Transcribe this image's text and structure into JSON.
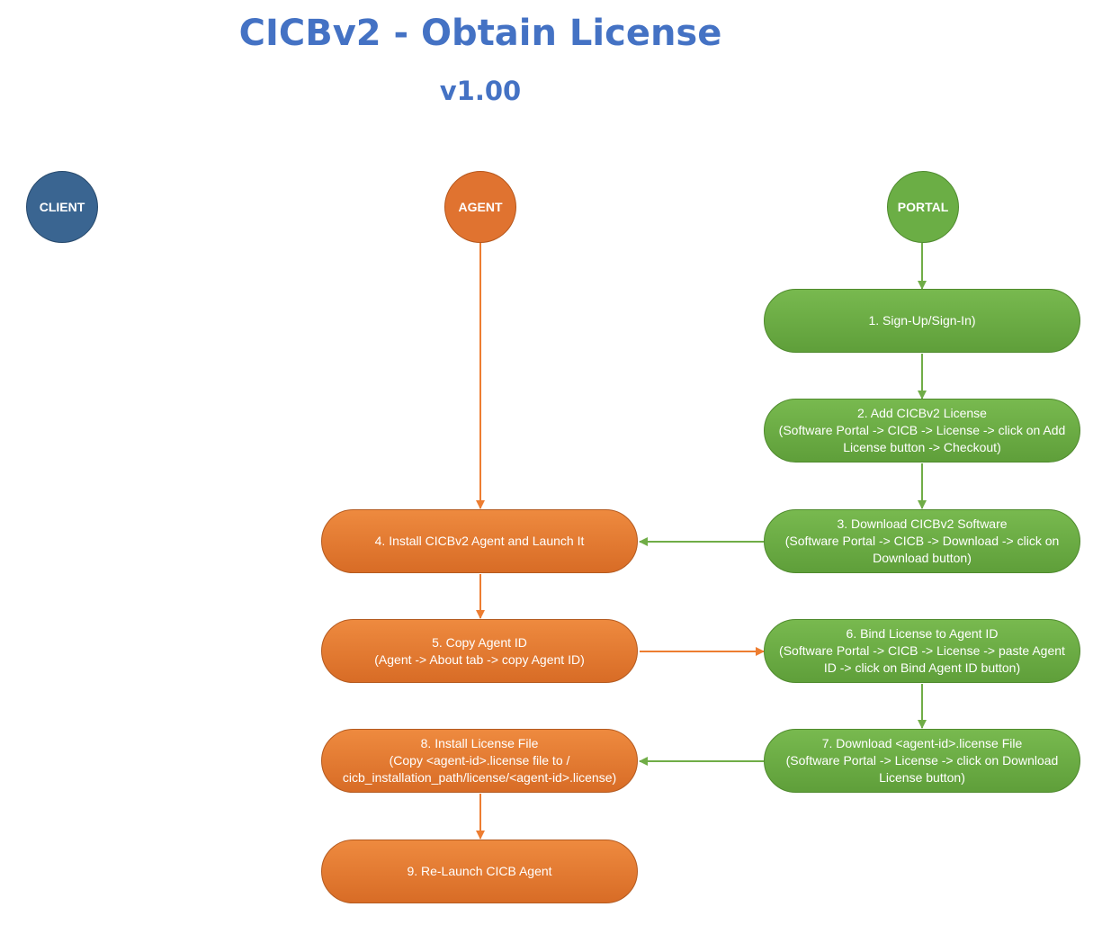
{
  "title": "CICBv2 - Obtain License",
  "version": "v1.00",
  "lanes": {
    "client": "CLIENT",
    "agent": "AGENT",
    "portal": "PORTAL"
  },
  "colors": {
    "title": "#4472C4",
    "client": "#3A6591",
    "agent": "#E07330",
    "portal": "#6BAE45",
    "agent_arrow": "#ED7D31",
    "portal_arrow": "#70AD47"
  },
  "steps": {
    "s1": {
      "line1": "1. Sign-Up/Sign-In)"
    },
    "s2": {
      "line1": "2. Add CICBv2 License",
      "line2": "(Software Portal -> CICB -> License -> click on Add",
      "line3": "License button -> Checkout)"
    },
    "s3": {
      "line1": "3. Download CICBv2 Software",
      "line2": "(Software Portal -> CICB -> Download -> click on",
      "line3": "Download button)"
    },
    "s4": {
      "line1": "4. Install CICBv2 Agent and Launch It"
    },
    "s5": {
      "line1": "5. Copy Agent ID",
      "line2": "(Agent -> About tab -> copy Agent ID)"
    },
    "s6": {
      "line1": "6. Bind License to Agent ID",
      "line2": "(Software Portal -> CICB -> License -> paste Agent",
      "line3": "ID -> click on Bind Agent ID button)"
    },
    "s7": {
      "line1": "7. Download <agent-id>.license File",
      "line2": "(Software Portal -> License -> click on Download",
      "line3": "License button)"
    },
    "s8": {
      "line1": "8. Install License File",
      "line2": "(Copy <agent-id>.license file to /",
      "line3": "cicb_installation_path/license/<agent-id>.license)"
    },
    "s9": {
      "line1": "9. Re-Launch CICB Agent"
    }
  }
}
